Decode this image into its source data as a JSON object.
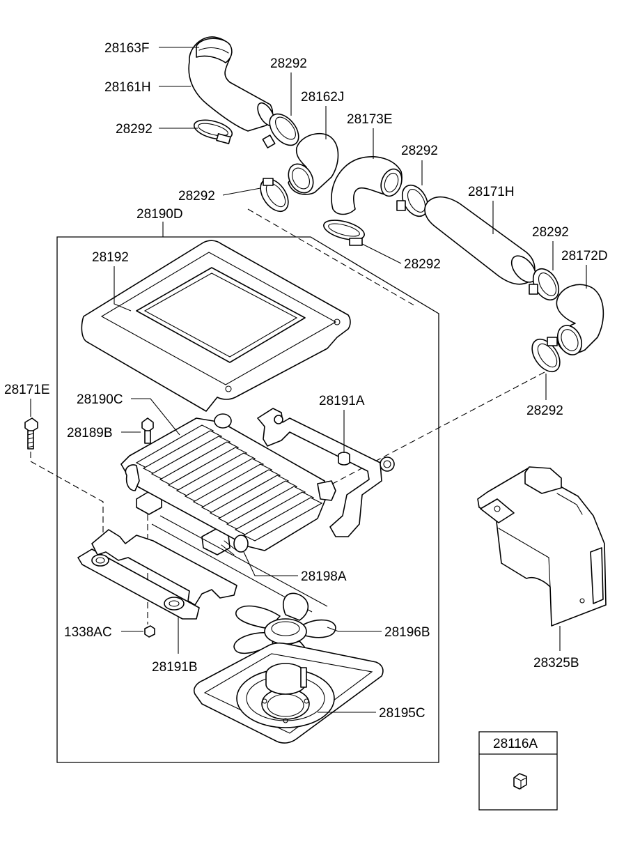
{
  "labels": {
    "l28163F": "28163F",
    "l28161H": "28161H",
    "l28292_a": "28292",
    "l28292_b": "28292",
    "l28162J": "28162J",
    "l28173E": "28173E",
    "l28292_c": "28292",
    "l28292_d": "28292",
    "l28171H": "28171H",
    "l28190D": "28190D",
    "l28292_e": "28292",
    "l28292_f": "28292",
    "l28172D": "28172D",
    "l28192": "28192",
    "l28171E": "28171E",
    "l28292_g": "28292",
    "l28190C": "28190C",
    "l28191A": "28191A",
    "l28189B": "28189B",
    "l28198A": "28198A",
    "l1338AC": "1338AC",
    "l28196B": "28196B",
    "l28191B": "28191B",
    "l28195C": "28195C",
    "l28325B": "28325B",
    "l28116A": "28116A"
  }
}
